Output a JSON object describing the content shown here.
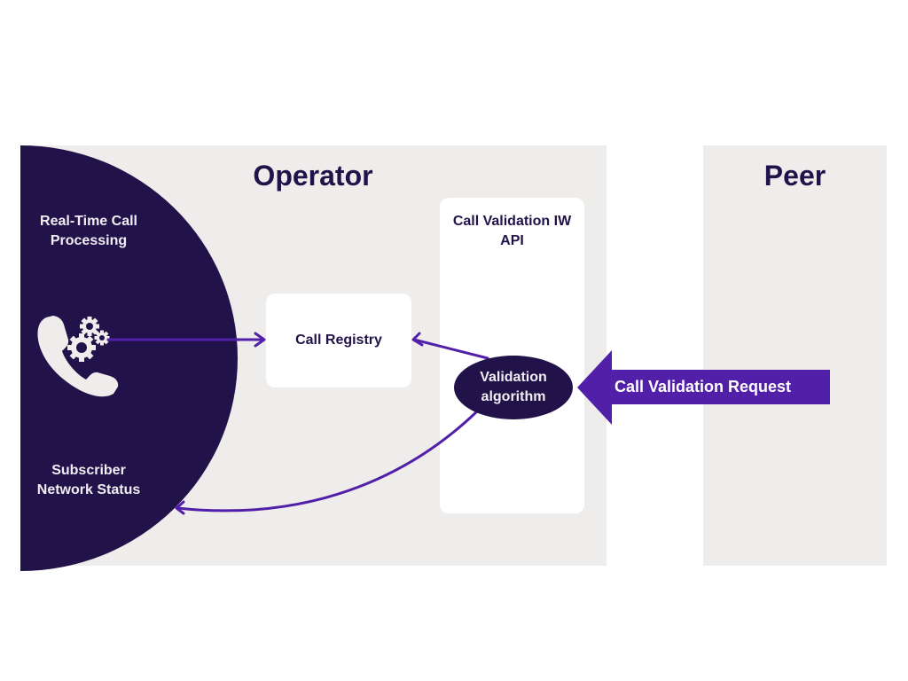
{
  "colors": {
    "dark": "#22124a",
    "accent": "#5220a8",
    "panel": "#eeedec",
    "box": "#ffffff",
    "light_text": "#f0eef2"
  },
  "operator": {
    "title": "Operator",
    "hemisphere": {
      "top_label": "Real-Time Call Processing",
      "bottom_label": "Subscriber Network Status",
      "icon": "phone-gears-icon"
    },
    "call_registry": {
      "label": "Call Registry"
    },
    "api": {
      "label": "Call Validation IW API",
      "node": {
        "label": "Validation algorithm"
      }
    }
  },
  "peer": {
    "title": "Peer",
    "request": {
      "label": "Call Validation Request"
    }
  },
  "connections": [
    {
      "from": "phone-gears-icon",
      "to": "call-registry"
    },
    {
      "from": "validation-algorithm",
      "to": "call-registry"
    },
    {
      "from": "validation-algorithm",
      "to": "subscriber-network-status"
    },
    {
      "from": "peer",
      "to": "validation-algorithm",
      "label": "Call Validation Request"
    }
  ]
}
